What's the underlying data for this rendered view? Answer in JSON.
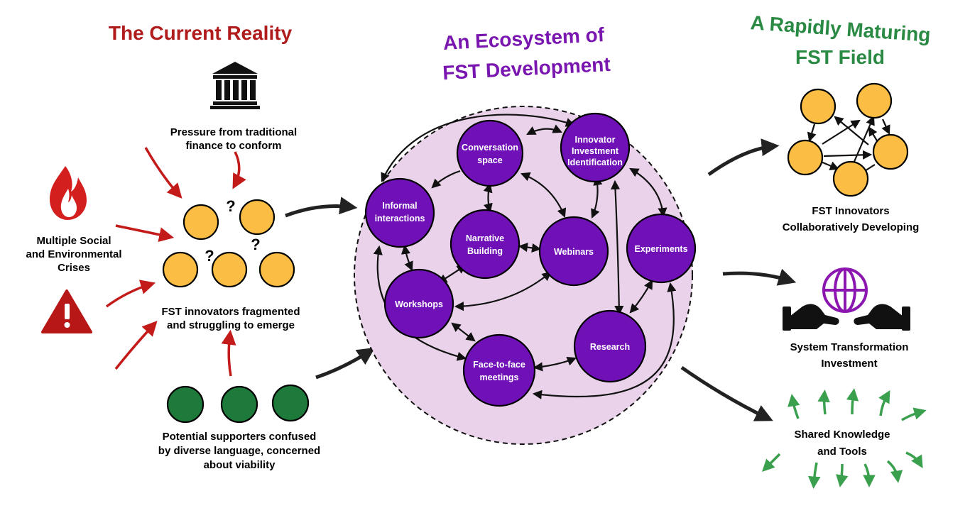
{
  "titles": {
    "left": "The Current Reality",
    "center_line1": "An Ecosystem of",
    "center_line2": "FST Development",
    "right_line1": "A Rapidly Maturing",
    "right_line2": "FST Field"
  },
  "colors": {
    "left_title": "#b01b1b",
    "center_title": "#7a16b0",
    "right_title": "#2a8a44",
    "node_fill": "#7011b8",
    "ecosystem_bg": "#ead3ea",
    "innovator": "#fbbd43",
    "supporter": "#1d7a3a"
  },
  "left": {
    "finance_line1": "Pressure from traditional",
    "finance_line2": "finance to conform",
    "crises_line1": "Multiple Social",
    "crises_line2": "and Environmental",
    "crises_line3": "Crises",
    "innovators_line1": "FST innovators fragmented",
    "innovators_line2": "and struggling to emerge",
    "supporters_line1": "Potential supporters confused",
    "supporters_line2": "by diverse language, concerned",
    "supporters_line3": "about viability",
    "question_mark": "?"
  },
  "ecosystem": {
    "conversation_line1": "Conversation",
    "conversation_line2": "space",
    "innovator_line1": "Innovator",
    "innovator_line2": "Investment",
    "innovator_line3": "Identification",
    "informal_line1": "Informal",
    "informal_line2": "interactions",
    "narrative_line1": "Narrative",
    "narrative_line2": "Building",
    "webinars": "Webinars",
    "experiments": "Experiments",
    "workshops": "Workshops",
    "research": "Research",
    "face_line1": "Face-to-face",
    "face_line2": "meetings"
  },
  "right": {
    "collab_line1": "FST Innovators",
    "collab_line2": "Collaboratively Developing",
    "invest_line1": "System Transformation",
    "invest_line2": "Investment",
    "knowledge_line1": "Shared Knowledge",
    "knowledge_line2": "and Tools"
  },
  "icons": [
    "bank-icon",
    "flame-icon",
    "warning-icon",
    "globe-icon",
    "open-hands-icon"
  ]
}
